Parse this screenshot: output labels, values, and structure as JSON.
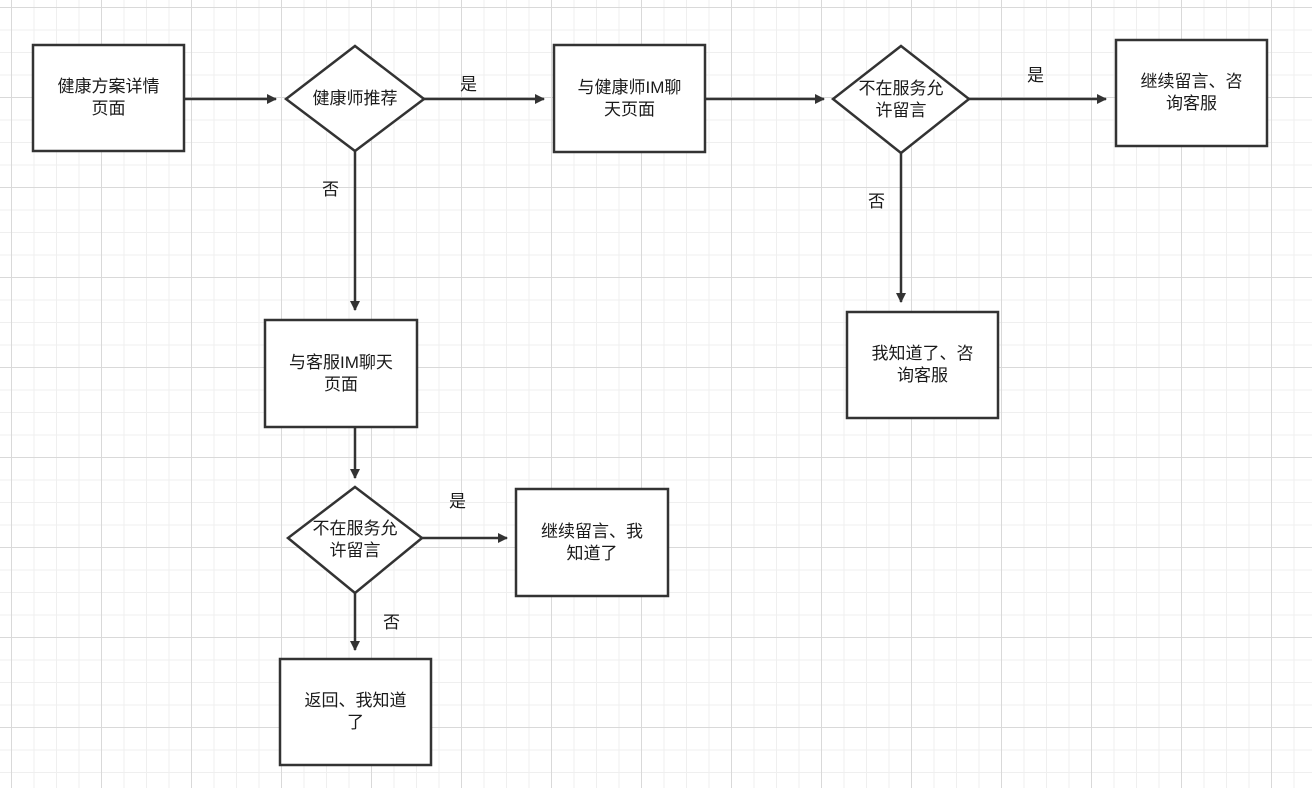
{
  "nodes": {
    "plan_detail": "健康方案详情\n页面",
    "coach_recommend": "健康师推荐",
    "coach_im_chat": "与健康师IM聊\n天页面",
    "service_check_top": "不在服务允\n许留言",
    "continue_msg_consult": "继续留言、咨\n询客服",
    "got_it_consult": "我知道了、咨\n询客服",
    "cs_im_chat": "与客服IM聊天\n页面",
    "service_check_bottom": "不在服务允\n许留言",
    "continue_msg_got_it": "继续留言、我\n知道了",
    "back_got_it": "返回、我知道\n了"
  },
  "edge_labels": {
    "yes_recommend": "是",
    "no_recommend": "否",
    "yes_top": "是",
    "no_top": "否",
    "yes_bottom": "是",
    "no_bottom": "否"
  }
}
